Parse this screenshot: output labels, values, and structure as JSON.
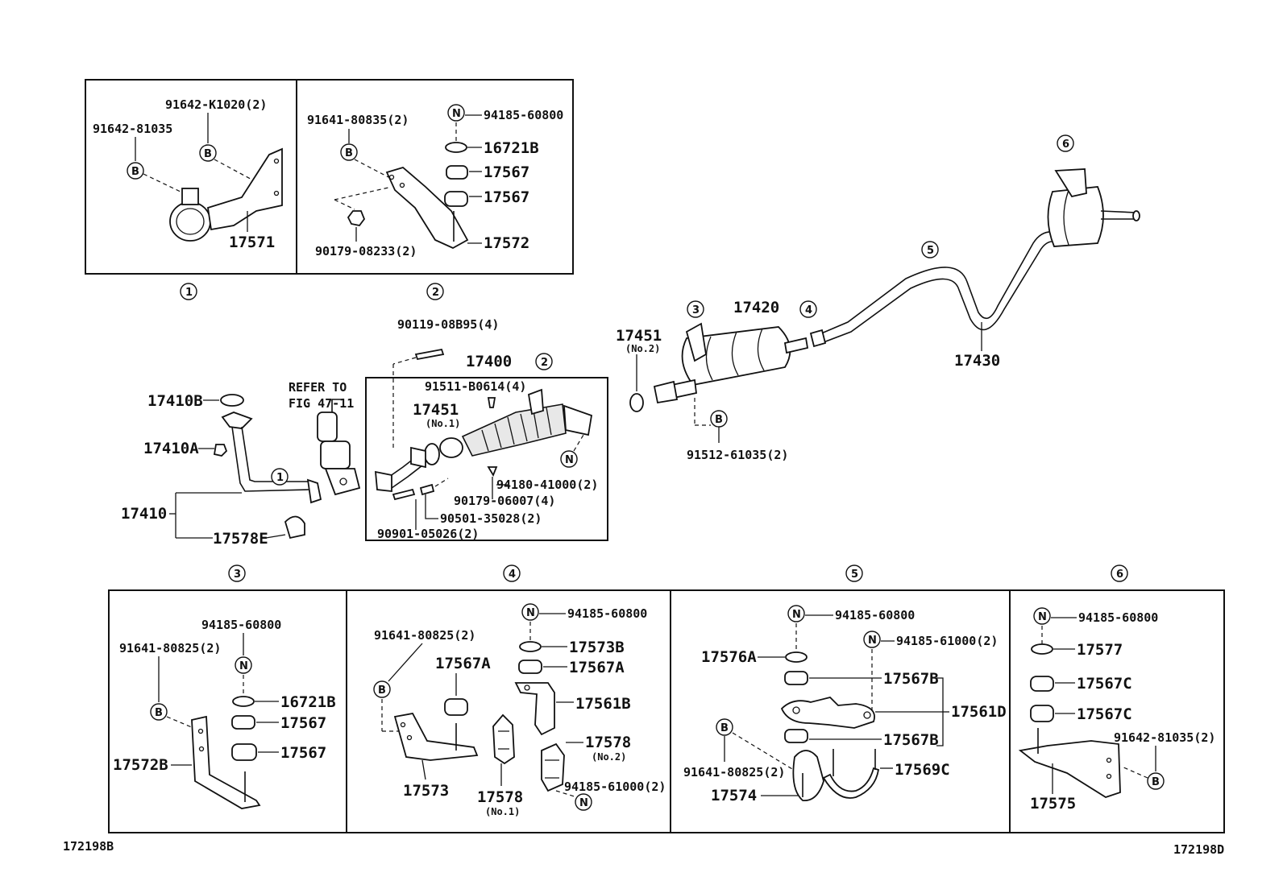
{
  "drawing_codes": {
    "left": "172198B",
    "right": "172198D"
  },
  "panel_markers": {
    "p1": "1",
    "p2": "2",
    "p3": "3",
    "p4": "4",
    "p5": "5",
    "p6": "6"
  },
  "symbols": {
    "bolt": "B",
    "nut": "N"
  },
  "panel1": {
    "l1": "91642-K1020(2)",
    "l2": "91642-81035",
    "l3": "17571"
  },
  "panel2": {
    "l1": "91641-80835(2)",
    "l2": "94185-60800",
    "l3": "16721B",
    "l4": "17567",
    "l5": "17567",
    "l6": "17572",
    "l7": "90179-08233(2)"
  },
  "main": {
    "refer1": "REFER TO",
    "refer2": "FIG 47-11",
    "p17410B": "17410B",
    "p17410A": "17410A",
    "p17410": "17410",
    "p17578E": "17578E",
    "bolt_top": "90119-08B95(4)",
    "p17400": "17400",
    "p91511": "91511-B0614(4)",
    "p17451a": "17451",
    "no1": "(No.1)",
    "p94180": "94180-41000(2)",
    "p90179": "90179-06007(4)",
    "p90501": "90501-35028(2)",
    "p90901": "90901-05026(2)",
    "p17451b": "17451",
    "no2": "(No.2)",
    "p17420": "17420",
    "p91512": "91512-61035(2)",
    "p17430": "17430"
  },
  "panel3": {
    "l1": "94185-60800",
    "l2": "91641-80825(2)",
    "l3": "16721B",
    "l4": "17567",
    "l5": "17567",
    "l6": "17572B"
  },
  "panel4": {
    "l1": "94185-60800",
    "l2": "91641-80825(2)",
    "l3": "17573B",
    "l4": "17567A",
    "l5": "17567A",
    "l6": "17561B",
    "l7": "17578",
    "l8": "(No.2)",
    "l9": "94185-61000(2)",
    "l10": "17573",
    "l11": "17578",
    "l12": "(No.1)"
  },
  "panel5": {
    "l1": "94185-60800",
    "l2": "94185-61000(2)",
    "l3": "17576A",
    "l4": "17567B",
    "l5": "17561D",
    "l6": "17567B",
    "l7": "91641-80825(2)",
    "l8": "17569C",
    "l9": "17574"
  },
  "panel6": {
    "l1": "94185-60800",
    "l2": "17577",
    "l3": "17567C",
    "l4": "17567C",
    "l5": "91642-81035(2)",
    "l6": "17575"
  }
}
